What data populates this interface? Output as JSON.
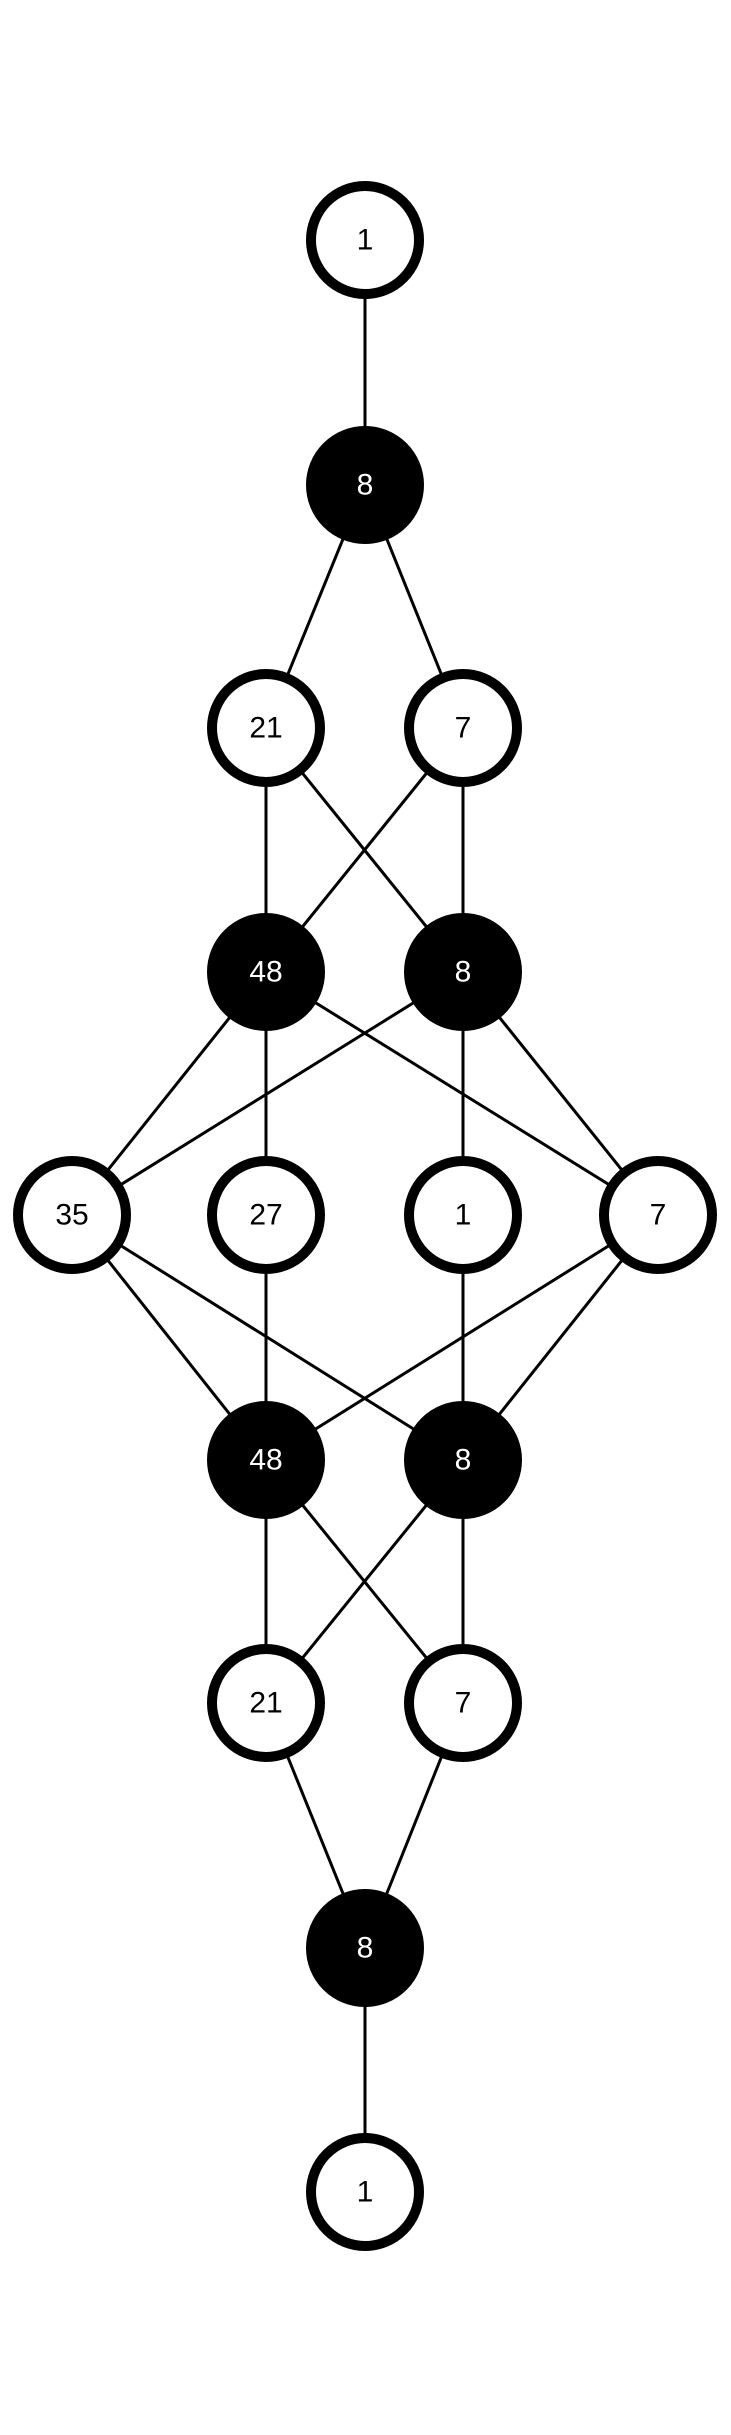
{
  "diagram": {
    "nodes": [
      {
        "id": "n0",
        "label": "1",
        "filled": false
      },
      {
        "id": "n1",
        "label": "8",
        "filled": true
      },
      {
        "id": "n2",
        "label": "21",
        "filled": false
      },
      {
        "id": "n3",
        "label": "7",
        "filled": false
      },
      {
        "id": "n4",
        "label": "48",
        "filled": true
      },
      {
        "id": "n5",
        "label": "8",
        "filled": true
      },
      {
        "id": "n6",
        "label": "35",
        "filled": false
      },
      {
        "id": "n7",
        "label": "27",
        "filled": false
      },
      {
        "id": "n8",
        "label": "1",
        "filled": false
      },
      {
        "id": "n9",
        "label": "7",
        "filled": false
      },
      {
        "id": "n10",
        "label": "48",
        "filled": true
      },
      {
        "id": "n11",
        "label": "8",
        "filled": true
      },
      {
        "id": "n12",
        "label": "21",
        "filled": false
      },
      {
        "id": "n13",
        "label": "7",
        "filled": false
      },
      {
        "id": "n14",
        "label": "8",
        "filled": true
      },
      {
        "id": "n15",
        "label": "1",
        "filled": false
      }
    ],
    "edges": [
      [
        "n0",
        "n1"
      ],
      [
        "n1",
        "n2"
      ],
      [
        "n1",
        "n3"
      ],
      [
        "n2",
        "n4"
      ],
      [
        "n2",
        "n5"
      ],
      [
        "n3",
        "n4"
      ],
      [
        "n3",
        "n5"
      ],
      [
        "n4",
        "n6"
      ],
      [
        "n4",
        "n7"
      ],
      [
        "n4",
        "n9"
      ],
      [
        "n5",
        "n6"
      ],
      [
        "n5",
        "n8"
      ],
      [
        "n5",
        "n9"
      ],
      [
        "n6",
        "n10"
      ],
      [
        "n6",
        "n11"
      ],
      [
        "n7",
        "n10"
      ],
      [
        "n8",
        "n11"
      ],
      [
        "n9",
        "n10"
      ],
      [
        "n9",
        "n11"
      ],
      [
        "n10",
        "n12"
      ],
      [
        "n10",
        "n13"
      ],
      [
        "n11",
        "n12"
      ],
      [
        "n11",
        "n13"
      ],
      [
        "n12",
        "n14"
      ],
      [
        "n13",
        "n14"
      ],
      [
        "n14",
        "n15"
      ]
    ],
    "colors": {
      "stroke": "#000000",
      "filled_fill": "#000000",
      "filled_text": "#ffffff",
      "open_fill": "#ffffff",
      "open_text": "#000000"
    }
  }
}
